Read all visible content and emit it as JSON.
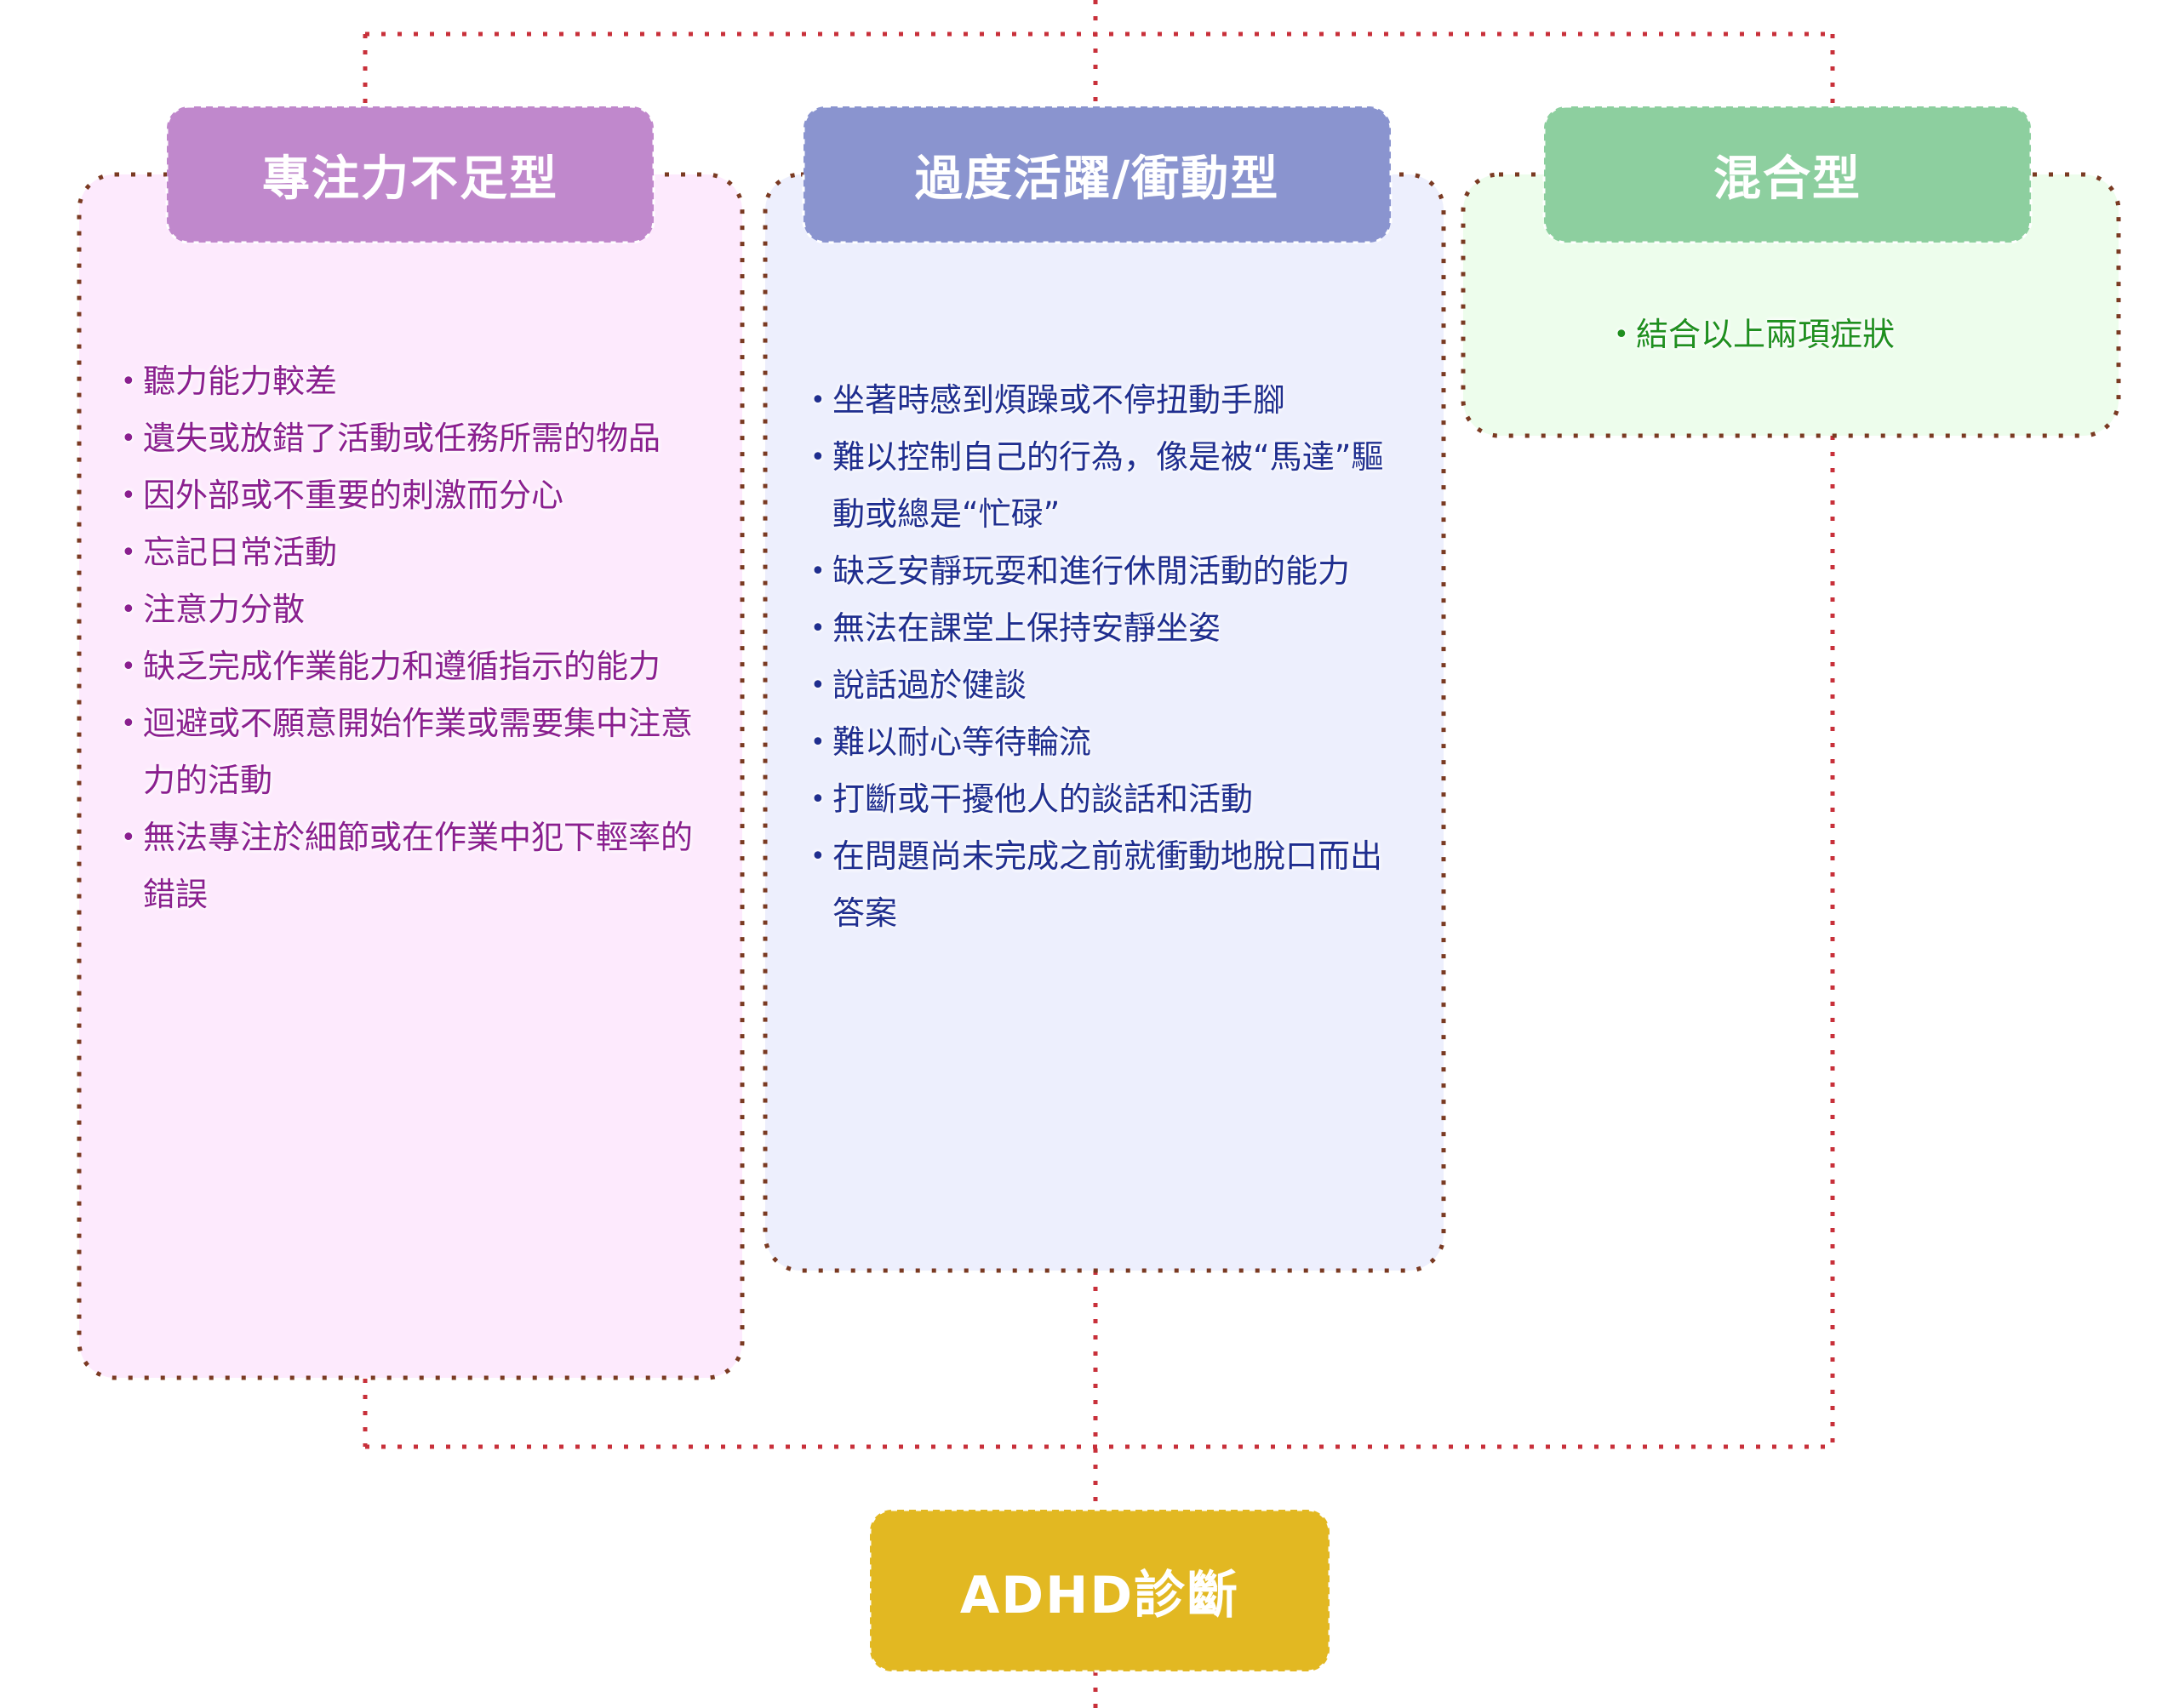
{
  "diagram": {
    "title": "ADHD types",
    "colors": {
      "connector": "#c8303a",
      "panel_border": "#7a3a22",
      "pink_header": "#c088cc",
      "blue_header": "#8a94cf",
      "green_header": "#8dcf9f",
      "result_box": "#e2b822",
      "pink_text": "#8a1f8f",
      "blue_text": "#1f2e8f",
      "green_text": "#1f8f1f"
    },
    "types": [
      {
        "name": "專注力不足型",
        "items": [
          "聽力能力較差",
          "遺失或放錯了活動或任務所需的物品",
          "因外部或不重要的刺激而分心",
          "忘記日常活動",
          "注意力分散",
          "缺乏完成作業能力和遵循指示的能力",
          "迴避或不願意開始作業或需要集中注意力的活動",
          "無法專注於細節或在作業中犯下輕率的錯誤"
        ]
      },
      {
        "name": "過度活躍/衝動型",
        "items": [
          "坐著時感到煩躁或不停扭動手腳",
          "難以控制自己的行為，像是被“馬達”驅動或總是“忙碌”",
          "缺乏安靜玩耍和進行休閒活動的能力",
          "無法在課堂上保持安靜坐姿",
          "說話過於健談",
          "難以耐心等待輪流",
          "打斷或干擾他人的談話和活動",
          "在問題尚未完成之前就衝動地脫口而出答案"
        ]
      },
      {
        "name": "混合型",
        "items": [
          "結合以上兩項症狀"
        ]
      }
    ],
    "result": "ADHD診斷",
    "bullet_glyph": "•"
  }
}
